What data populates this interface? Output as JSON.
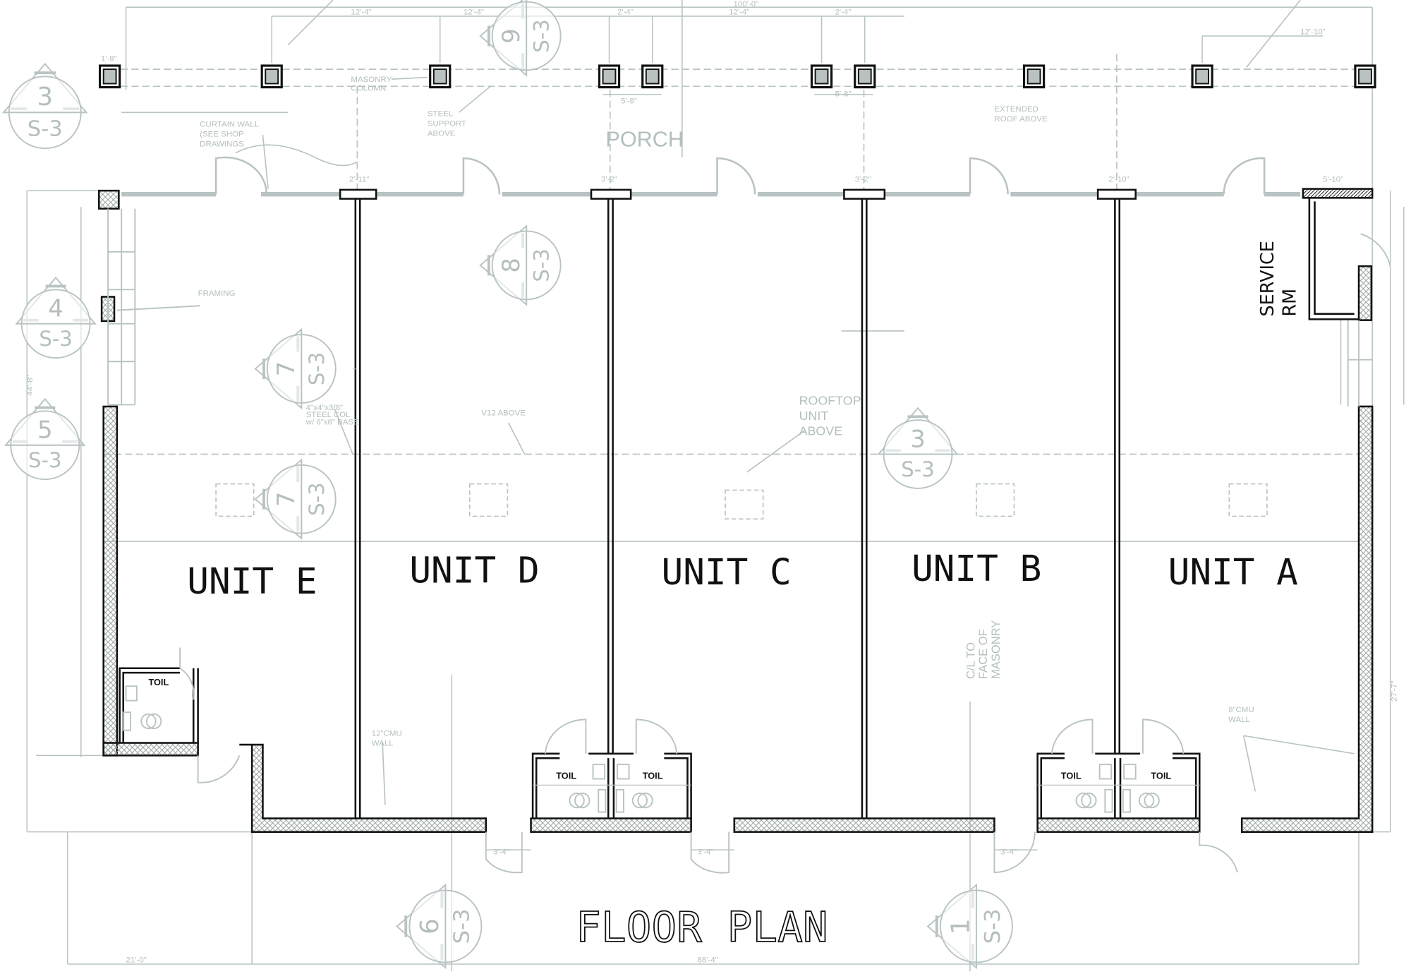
{
  "title": "FLOOR PLAN",
  "units": [
    "UNIT E",
    "UNIT D",
    "UNIT C",
    "UNIT B",
    "UNIT A"
  ],
  "rooms": {
    "porch": "PORCH",
    "service_line1": "SERVICE",
    "service_line2": "RM",
    "toilet": "TOIL"
  },
  "notes": {
    "masonry_column": [
      "MASONRY",
      "COLUMN"
    ],
    "curtain_wall": [
      "CURTAIN WALL",
      "(SEE SHOP",
      "DRAWINGS"
    ],
    "steel_support": [
      "STEEL",
      "SUPPORT",
      "ABOVE"
    ],
    "extended_roof": [
      "EXTENDED",
      "ROOF ABOVE"
    ],
    "framing": "FRAMING",
    "steel_col": [
      "4\"x4\"x3/8\"",
      "STEEL COL",
      "w/ 6\"x6\" BASE"
    ],
    "v12_above": "V12 ABOVE",
    "rooftop_unit": [
      "ROOFTOP",
      "UNIT",
      "ABOVE"
    ],
    "cl_masonry": [
      "C/L TO",
      "FACE OF",
      "MASONRY"
    ],
    "cmu12": [
      "12\"CMU",
      "WALL"
    ],
    "cmu8": [
      "8\"CMU",
      "WALL"
    ]
  },
  "dimensions": {
    "overall_top": "100'-0\"",
    "bay_1": "12'-4\"",
    "bay_2": "12'-4\"",
    "bay_3": "2'-4\"",
    "bay_4": "12'-4\"",
    "bay_5": "2'-4\"",
    "bay_right": "12'-10\"",
    "col_left": "1'-8\"",
    "col_pair_1": "5'-8\"",
    "col_pair_2": "5'-8\"",
    "mullion_1": "2'-11\"",
    "mullion_2": "3'-2\"",
    "mullion_3": "3'-2\"",
    "mullion_4": "2'-10\"",
    "service_top": "5'-10\"",
    "left_overall": "44'-8\"",
    "right_overall": "27'-7\"",
    "bottom_left": "21'-0\"",
    "bottom_right": "88'-4\"",
    "door_1": "3'-4\"",
    "door_2": "3'-4\"",
    "door_3": "3'-4\""
  },
  "section_markers": [
    {
      "num": "3",
      "sheet": "S-3"
    },
    {
      "num": "4",
      "sheet": "S-3"
    },
    {
      "num": "5",
      "sheet": "S-3"
    },
    {
      "num": "9",
      "sheet": "S-3"
    },
    {
      "num": "8",
      "sheet": "S-3"
    },
    {
      "num": "7",
      "sheet": "S-3"
    },
    {
      "num": "7",
      "sheet": "S-3"
    },
    {
      "num": "3",
      "sheet": "S-3"
    },
    {
      "num": "6",
      "sheet": "S-3"
    },
    {
      "num": "1",
      "sheet": "S-3"
    }
  ],
  "colors": {
    "ink": "#111111",
    "grey": "#b9c3c3"
  }
}
